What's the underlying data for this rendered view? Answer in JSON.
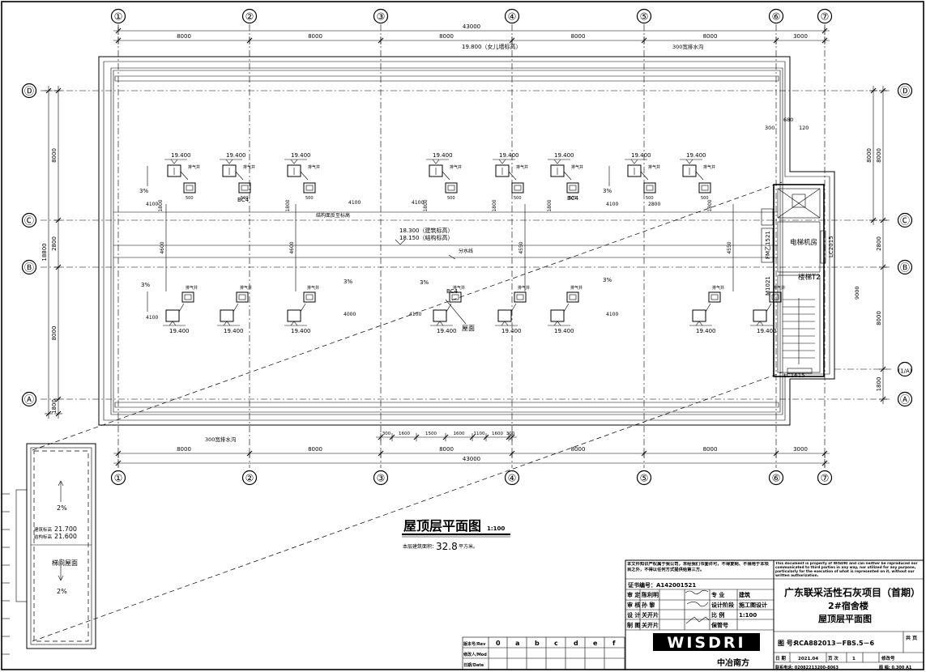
{
  "axes_x": [
    "①",
    "②",
    "③",
    "④",
    "⑤",
    "⑥",
    "⑦"
  ],
  "axes_y": [
    "Ⓓ",
    "Ⓒ",
    "Ⓑ",
    "(1/A)",
    "Ⓐ"
  ],
  "dims_top": {
    "total": "43000",
    "spans": [
      "8000",
      "8000",
      "8000",
      "8000",
      "8000",
      "3000"
    ]
  },
  "dims_bottom": {
    "total": "43000",
    "spans": [
      "8000",
      "8000",
      "8000",
      "8000",
      "8000",
      "3000"
    ],
    "small": [
      "300",
      "1600",
      "1500",
      "1600",
      "1100",
      "1600",
      "300"
    ]
  },
  "dims_left": {
    "total": "18800",
    "spans": [
      "8000",
      "2800",
      "8000",
      "1800"
    ]
  },
  "dims_right": {
    "spans": [
      "8000",
      "2800",
      "9000",
      "8000",
      "1800"
    ]
  },
  "labels": {
    "top_elev": "19.800（女儿墙标高）",
    "parapet_top": "300宽排水沟",
    "parapet_bottom": "300宽排水沟",
    "elev_mid1": "18.300（建筑标高）",
    "elev_mid2": "18.150（结构标高）",
    "ridge": "结构面反至标高",
    "divide": "分水线",
    "dim_680": "680",
    "dim_300": "300",
    "dim_120": "120",
    "elev_194": "19.400",
    "vent": "排气井",
    "bc4": "BC4",
    "slope": "3%",
    "dim_4100": "4100",
    "dim_4000": "4000",
    "dim_2800": "2800",
    "dim_1800": "1800",
    "dim_4600": "4600",
    "dim_4550": "4550",
    "dim_500": "500",
    "roof_label": "屋面",
    "fm": "FM乙1521",
    "elev_room": "电梯机房",
    "stair": "楼梯T2",
    "m1021": "M1021",
    "lc2015": "LC2015",
    "lc1615": "LC1615",
    "dim_9000": "9000"
  },
  "detail": {
    "slope": "2%",
    "arch_label": "建筑标高",
    "arch_val": "21.700",
    "struct_label": "结构标高",
    "struct_val": "21.600",
    "room": "梯间屋面",
    "slope2": "2%"
  },
  "title": {
    "main": "屋顶层平面图",
    "scale": "1:100",
    "area_label": "本层建筑面积：",
    "area_val": "32.8",
    "area_unit": "平方米。"
  },
  "titleblock": {
    "notice": "本文件知识产权属于我公司，未经我们书面许可，不得复制、不得用于本项目之外，不得以任何方式提供给第三方。",
    "cert": "证书编号：A142001521",
    "rows": [
      [
        "审 定",
        "陈利明",
        "",
        "专 业",
        "建筑"
      ],
      [
        "审 核",
        "孙 黎",
        "",
        "设计阶段",
        "施工图设计"
      ],
      [
        "设 计",
        "关开片",
        "",
        "比 例",
        "1:100"
      ],
      [
        "制 图",
        "关开片",
        "",
        "保管号",
        ""
      ]
    ],
    "copyright_en": "This document is property of WISDRI and can neither be reproduced nor communicated to third parties in any way, nor utilized for any purpose, particularly for the execution of what is represented on it, without our written authorization.",
    "project": "广东联采活性石灰项目（首期）",
    "building": "2#宿舍楼",
    "drawing": "屋顶层平面图",
    "drawing_no_label": "图 号:",
    "drawing_no": "RCA882013－FBS.5－6",
    "sheet": "共 页",
    "date_label": "日 期",
    "date": "2021.04",
    "page_label": "页 次",
    "page": "1",
    "rev_label": "修改号",
    "bottom_code": "联系电话: 02082213200-8063",
    "bottom_right": "图 幅: 0.300 A1",
    "logo": "WISDRI",
    "logo_cn": "中冶南方",
    "rev_cols": [
      "版本号/Rev",
      "0",
      "a",
      "b",
      "c",
      "d",
      "e",
      "f"
    ],
    "rev_rows": [
      "修改人/Mod",
      "日期/Date"
    ]
  }
}
